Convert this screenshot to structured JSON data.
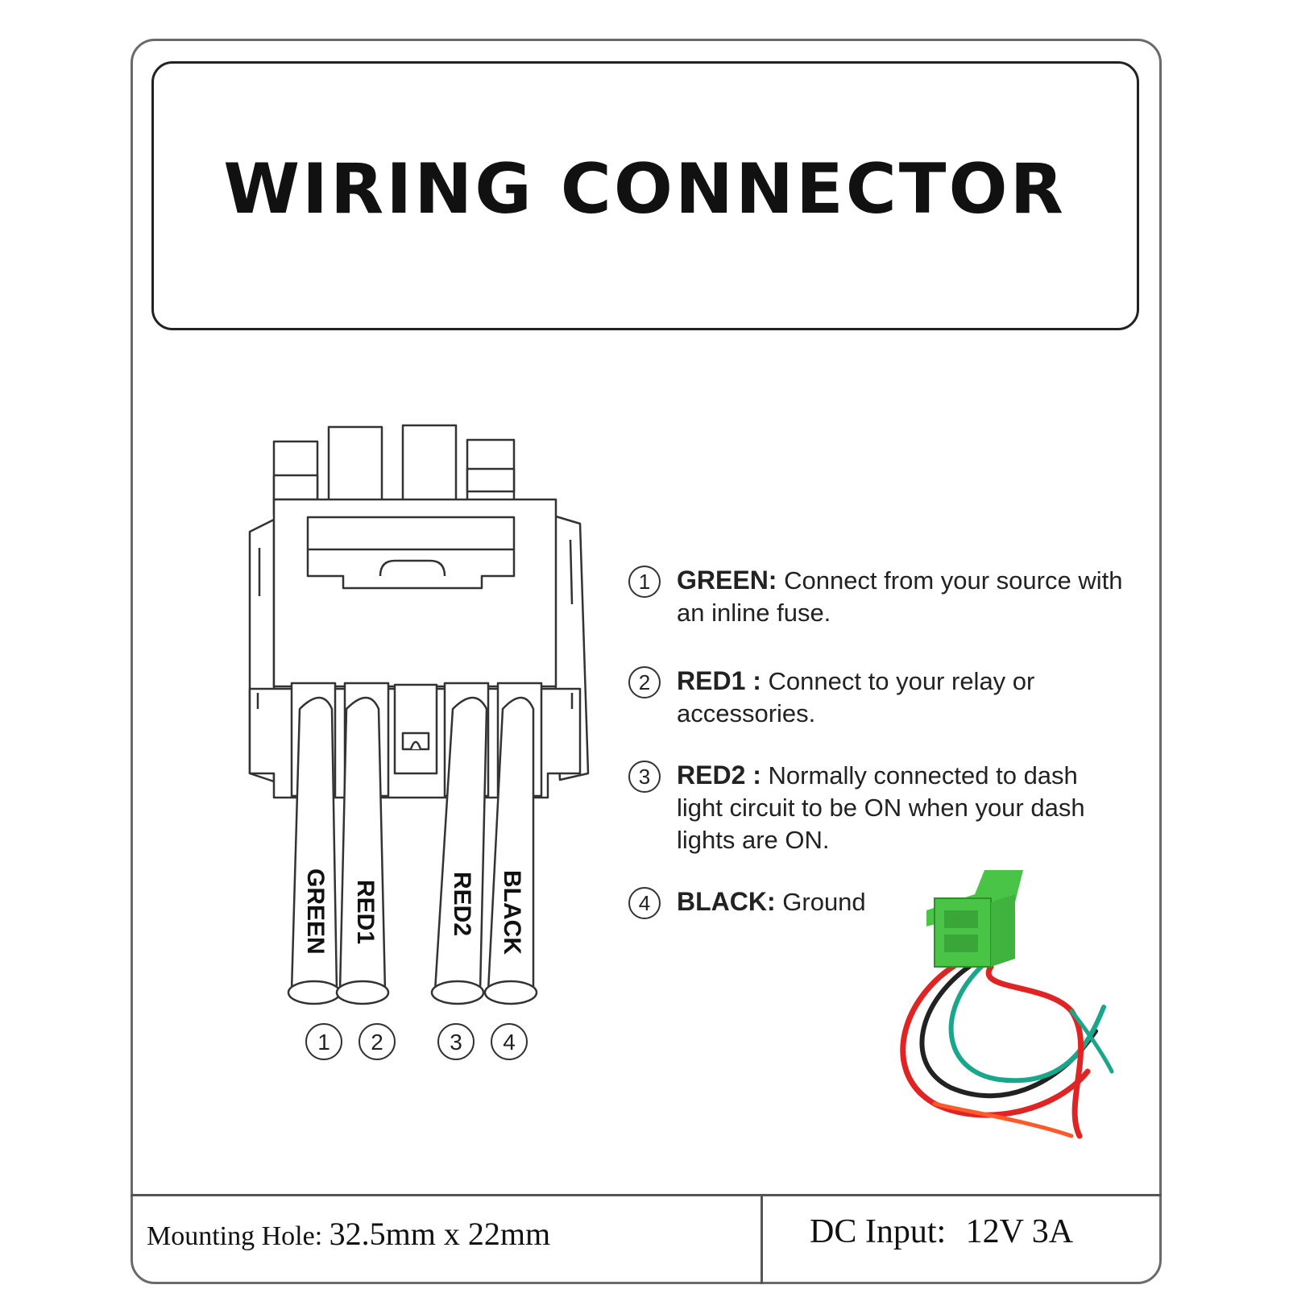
{
  "title": "WIRING CONNECTOR",
  "wire_labels": [
    "GREEN",
    "RED1",
    "RED2",
    "BLACK"
  ],
  "pin_numbers": [
    "1",
    "2",
    "3",
    "4"
  ],
  "legend": [
    {
      "num": "1",
      "name": "GREEN:",
      "text": "Connect from your source with an inline fuse."
    },
    {
      "num": "2",
      "name": "RED1 :",
      "text": "Connect to your relay or accessories."
    },
    {
      "num": "3",
      "name": "RED2 :",
      "text": "Normally connected to dash light circuit to be ON when your dash lights are ON."
    },
    {
      "num": "4",
      "name": "BLACK:",
      "text": "Ground"
    }
  ],
  "footer": {
    "mounting_label": "Mounting Hole:",
    "mounting_value": "32.5mm x 22mm",
    "dc_label": "DC Input:",
    "dc_value": "12V 3A"
  },
  "colors": {
    "plug_green": "#49c447",
    "wire_green": "#1aa68a",
    "wire_red": "#e02424",
    "wire_black": "#222222"
  }
}
